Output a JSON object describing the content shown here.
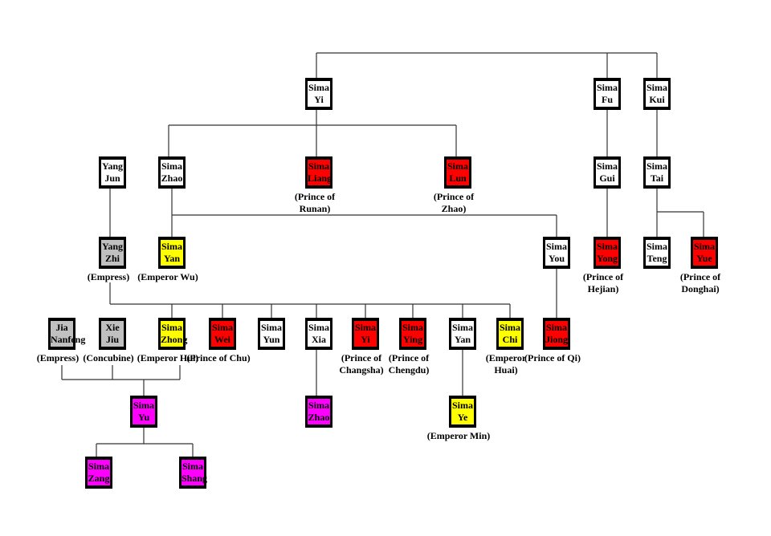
{
  "colors": {
    "white": "#ffffff",
    "gray": "#c0c0c0",
    "red": "#ff0000",
    "yellow": "#ffff00",
    "magenta": "#ff00ff"
  },
  "nodes": [
    {
      "id": "sima-yi",
      "l1": "Sima",
      "l2": "Yi",
      "color": "#ffffff",
      "caption": ""
    },
    {
      "id": "sima-fu",
      "l1": "Sima",
      "l2": "Fu",
      "color": "#ffffff",
      "caption": ""
    },
    {
      "id": "sima-kui",
      "l1": "Sima",
      "l2": "Kui",
      "color": "#ffffff",
      "caption": ""
    },
    {
      "id": "yang-jun",
      "l1": "Yang",
      "l2": "Jun",
      "color": "#ffffff",
      "caption": ""
    },
    {
      "id": "sima-zhao",
      "l1": "Sima",
      "l2": "Zhao",
      "color": "#ffffff",
      "caption": ""
    },
    {
      "id": "sima-liang",
      "l1": "Sima",
      "l2": "Liang",
      "color": "#ff0000",
      "caption": "(Prince of Runan)"
    },
    {
      "id": "sima-lun",
      "l1": "Sima",
      "l2": "Lun",
      "color": "#ff0000",
      "caption": "(Prince of Zhao)"
    },
    {
      "id": "sima-gui",
      "l1": "Sima",
      "l2": "Gui",
      "color": "#ffffff",
      "caption": ""
    },
    {
      "id": "sima-tai",
      "l1": "Sima",
      "l2": "Tai",
      "color": "#ffffff",
      "caption": ""
    },
    {
      "id": "yang-zhi",
      "l1": "Yang",
      "l2": "Zhi",
      "color": "#c0c0c0",
      "caption": "(Empress)"
    },
    {
      "id": "sima-yan",
      "l1": "Sima",
      "l2": "Yan",
      "color": "#ffff00",
      "caption": "(Emperor Wu)"
    },
    {
      "id": "sima-you",
      "l1": "Sima",
      "l2": "You",
      "color": "#ffffff",
      "caption": ""
    },
    {
      "id": "sima-yong",
      "l1": "Sima",
      "l2": "Yong",
      "color": "#ff0000",
      "caption": "(Prince of Hejian)"
    },
    {
      "id": "sima-teng",
      "l1": "Sima",
      "l2": "Teng",
      "color": "#ffffff",
      "caption": ""
    },
    {
      "id": "sima-yue",
      "l1": "Sima",
      "l2": "Yue",
      "color": "#ff0000",
      "caption": "(Prince of Donghai)"
    },
    {
      "id": "jia-nanfeng",
      "l1": "Jia",
      "l2": "Nanfeng",
      "color": "#c0c0c0",
      "caption": "(Empress)"
    },
    {
      "id": "xie-jiu",
      "l1": "Xie",
      "l2": "Jiu",
      "color": "#c0c0c0",
      "caption": "(Concubine)"
    },
    {
      "id": "sima-zhong",
      "l1": "Sima",
      "l2": "Zhong",
      "color": "#ffff00",
      "caption": "(Emperor Hui)"
    },
    {
      "id": "sima-wei",
      "l1": "Sima",
      "l2": "Wei",
      "color": "#ff0000",
      "caption": "(Prince of Chu)"
    },
    {
      "id": "sima-yun",
      "l1": "Sima",
      "l2": "Yun",
      "color": "#ffffff",
      "caption": ""
    },
    {
      "id": "sima-xia",
      "l1": "Sima",
      "l2": "Xia",
      "color": "#ffffff",
      "caption": ""
    },
    {
      "id": "sima-yi-changsha",
      "l1": "Sima",
      "l2": "Yi",
      "color": "#ff0000",
      "caption": "(Prince of Changsha)"
    },
    {
      "id": "sima-ying",
      "l1": "Sima",
      "l2": "Ying",
      "color": "#ff0000",
      "caption": "(Prince of Chengdu)"
    },
    {
      "id": "sima-yan-2",
      "l1": "Sima",
      "l2": "Yan",
      "color": "#ffffff",
      "caption": ""
    },
    {
      "id": "sima-chi",
      "l1": "Sima",
      "l2": "Chi",
      "color": "#ffff00",
      "caption": "(Emperor Huai)"
    },
    {
      "id": "sima-jiong",
      "l1": "Sima",
      "l2": "Jiong",
      "color": "#ff0000",
      "caption": "(Prince of Qi)"
    },
    {
      "id": "sima-yu",
      "l1": "Sima",
      "l2": "Yu",
      "color": "#ff00ff",
      "caption": ""
    },
    {
      "id": "sima-zhao-2",
      "l1": "Sima",
      "l2": "Zhao",
      "color": "#ff00ff",
      "caption": ""
    },
    {
      "id": "sima-ye",
      "l1": "Sima",
      "l2": "Ye",
      "color": "#ffff00",
      "caption": "(Emperor Min)"
    },
    {
      "id": "sima-zang",
      "l1": "Sima",
      "l2": "Zang",
      "color": "#ff00ff",
      "caption": ""
    },
    {
      "id": "sima-shang",
      "l1": "Sima",
      "l2": "Shang",
      "color": "#ff00ff",
      "caption": ""
    }
  ]
}
